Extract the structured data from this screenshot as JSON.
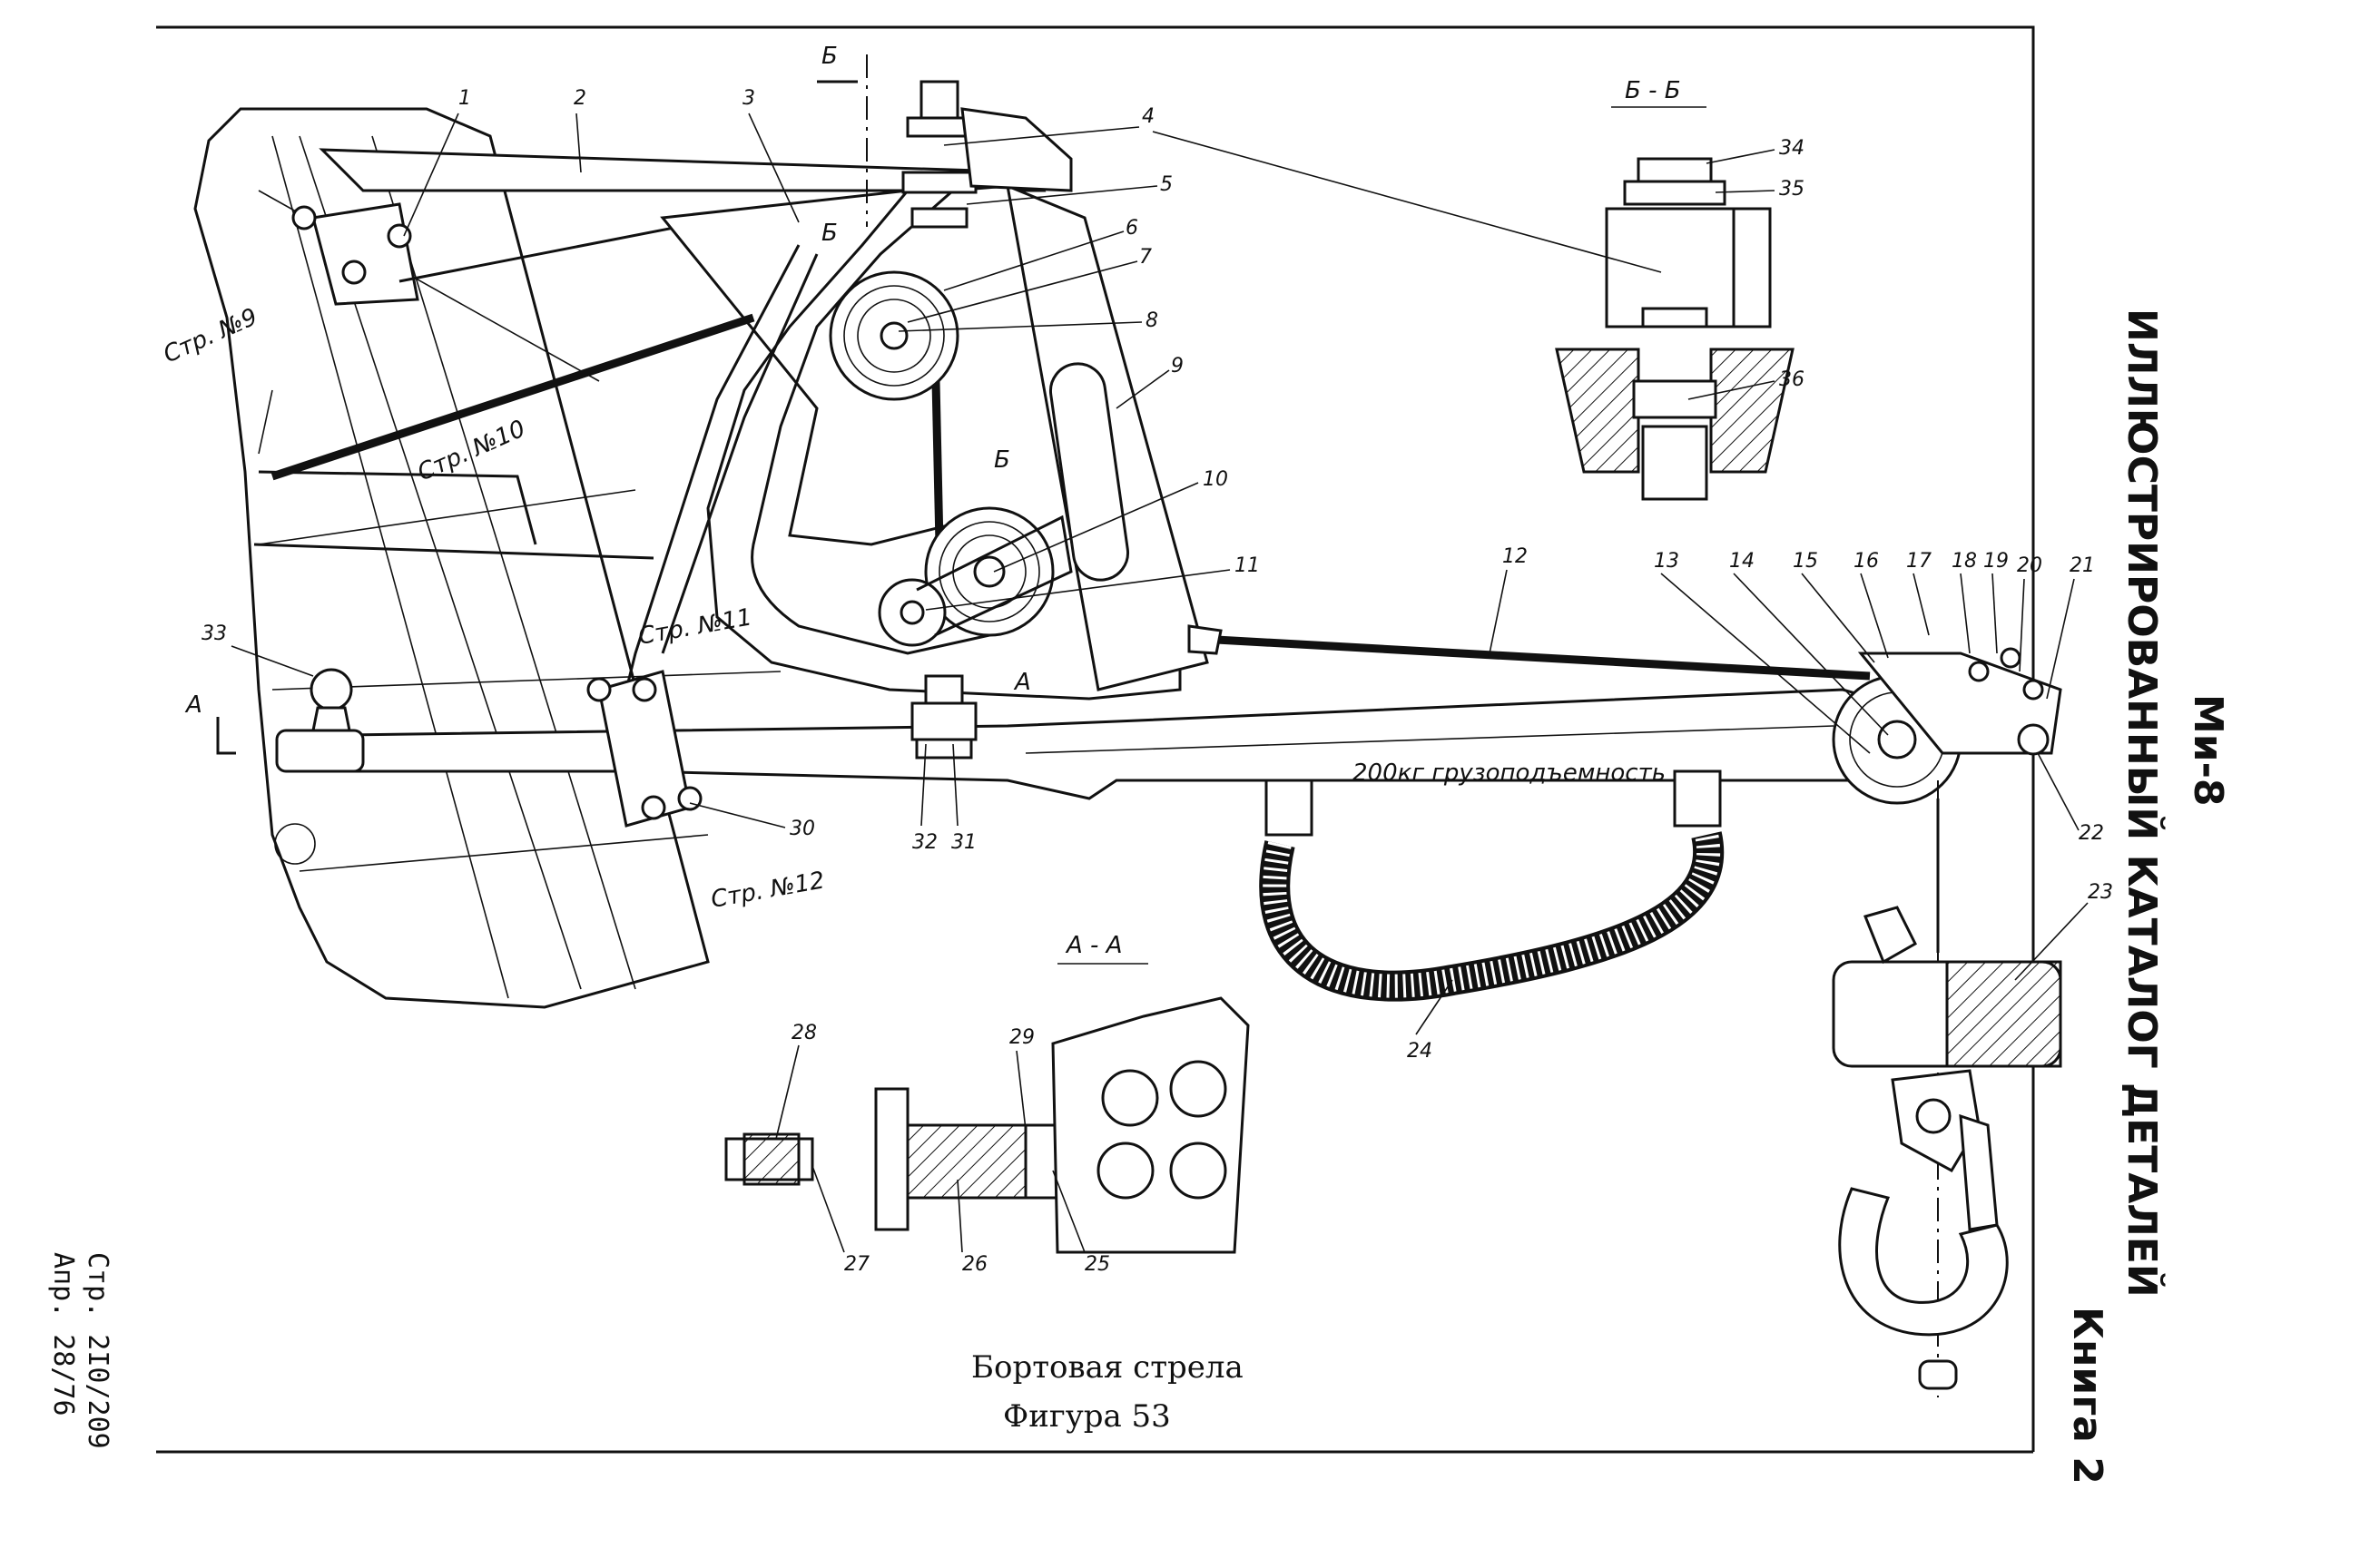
{
  "frame_title": {
    "model": "Ми-8",
    "catalog": "ИЛЛЮСТРИРОВАННЫЙ КАТАЛОГ ДЕТАЛЕЙ",
    "book": "Книга 2"
  },
  "page_ref": {
    "page": "Стр. 2I0/209",
    "date": "Апр. 28/76"
  },
  "caption": {
    "title": "Бортовая стрела",
    "figure": "Фигура 53"
  },
  "section_labels": {
    "bb_mark": "Б",
    "bb_view": "Б - Б",
    "aa_mark": "А",
    "aa_view": "А - А",
    "b_point_1": "Б",
    "b_point_2": "Б",
    "a_point": "А"
  },
  "page_refs": {
    "p9": "Стр. №9",
    "p10": "Стр. №10",
    "p11": "Стр. №11",
    "p12": "Стр. №12"
  },
  "capacity_text": "200кг грузоподъемность",
  "item_numbers": [
    "1",
    "2",
    "3",
    "4",
    "5",
    "6",
    "7",
    "8",
    "9",
    "10",
    "11",
    "12",
    "13",
    "14",
    "15",
    "16",
    "17",
    "18",
    "19",
    "20",
    "21",
    "22",
    "23",
    "24",
    "25",
    "26",
    "27",
    "28",
    "29",
    "30",
    "31",
    "32",
    "33",
    "34",
    "35",
    "36"
  ]
}
